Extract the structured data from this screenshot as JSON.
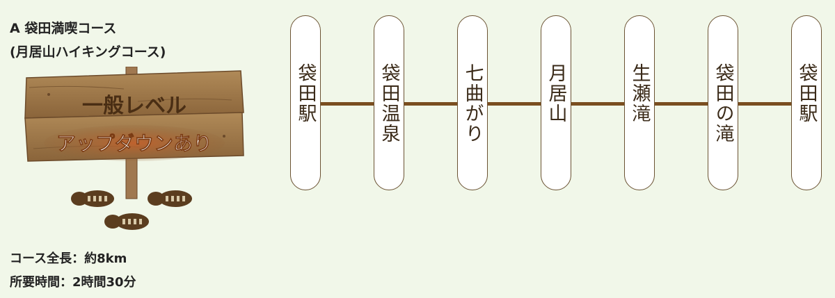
{
  "course": {
    "title_line1": "A 袋田満喫コース",
    "title_line2": "(月居山ハイキングコース)"
  },
  "sign": {
    "level_text": "一般レベル",
    "feature_text": "アップダウンあり"
  },
  "stats": {
    "length": "コース全長：約8km",
    "time": "所要時間：2時間30分"
  },
  "route": {
    "stations": [
      "袋田駅",
      "袋田温泉",
      "七曲がり",
      "月居山",
      "生瀬滝",
      "袋田の滝",
      "袋田駅"
    ]
  },
  "colors": {
    "background": "#f1f7e9",
    "route_line": "#7a4e20",
    "station_border": "#6a5232",
    "sign_wood": "#9b7446"
  }
}
